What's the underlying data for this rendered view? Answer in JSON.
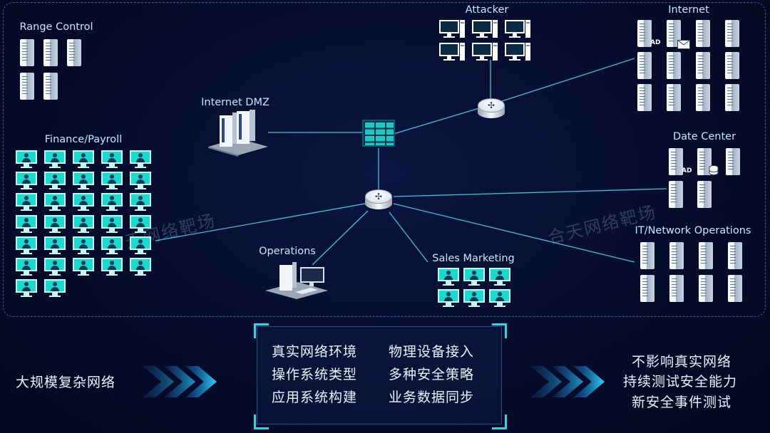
{
  "zones": {
    "range_control": "Range Control",
    "attacker": "Attacker",
    "internet": "Internet",
    "internet_dmz": "Internet DMZ",
    "finance_payroll": "Finance/Payroll",
    "date_center": "Date Center",
    "it_network_operations": "IT/Network Operations",
    "operations": "Operations",
    "sales_marketing": "Sales Marketing"
  },
  "badges": {
    "ad": "AD"
  },
  "watermark": "合天网络靶场",
  "left_text": "大规模复杂网络",
  "features": [
    "真实网络环境",
    "物理设备接入",
    "操作系统类型",
    "多种安全策略",
    "应用系统构建",
    "业务数据同步"
  ],
  "right_text": [
    "不影响真实网络",
    "持续测试安全能力",
    "新安全事件测试"
  ],
  "icons": {
    "server": "server-tower-icon",
    "user_monitor": "user-monitor-icon",
    "attacker_pc": "desktop-pc-icon",
    "router": "router-icon",
    "firewall": "firewall-icon",
    "mail": "mail-icon",
    "database": "database-icon"
  },
  "counts": {
    "range_control_servers": 5,
    "attacker_pcs": 6,
    "internet_servers": 12,
    "finance_monitors": 32,
    "data_center_servers": 5,
    "it_ops_servers": 8,
    "sales_monitors": 6
  },
  "colors": {
    "background": "#060c2c",
    "line": "#3fc2d4",
    "accent": "#29d6ea",
    "monitor": "#19d9d0",
    "text": "#c5e6ff"
  }
}
